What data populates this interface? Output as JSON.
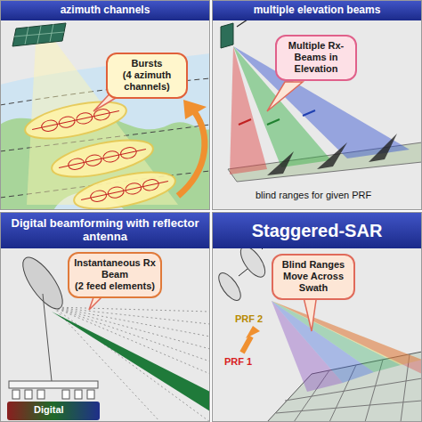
{
  "diagram": {
    "nodes": [
      {
        "text": [
          "azimuth channels"
        ]
      },
      {
        "text": [
          "Bursts",
          "(4 azimuth channels)"
        ],
        "in": 0
      },
      {
        "text": [
          "multiple elevation beams"
        ]
      },
      {
        "text": [
          "Multiple Rx-Beams in Elevation"
        ],
        "in": 2
      },
      {
        "text": [
          "Digital beamforming with reflector antenna"
        ]
      },
      {
        "text": [
          "Instantaneous Rx Beam",
          "(2 feed elements)"
        ],
        "in": 4
      },
      {
        "text": [
          "Staggered-SAR"
        ]
      },
      {
        "text": [
          "Blind Ranges Move Across Swath"
        ],
        "in": 6
      }
    ],
    "labels": [
      "blind ranges for given PRF",
      "PRF 1",
      "PRF 2",
      "Digital"
    ]
  }
}
